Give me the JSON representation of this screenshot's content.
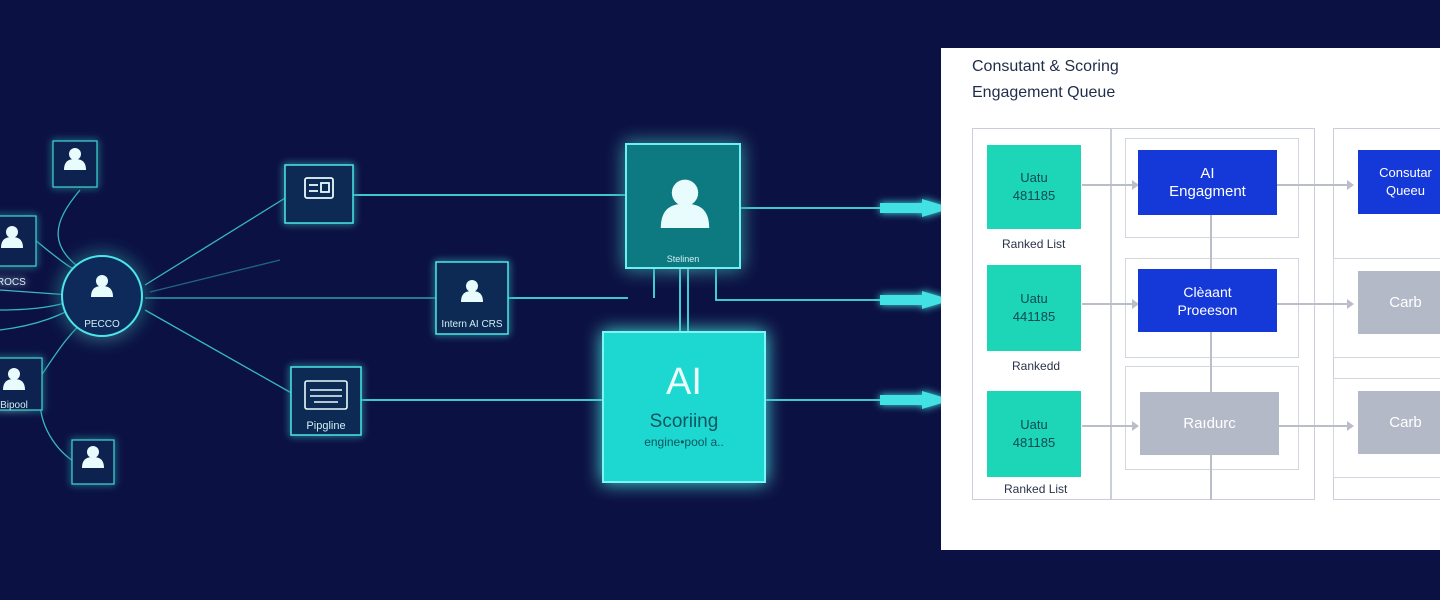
{
  "left_nodes": {
    "hub_label": "PECCO",
    "user_a_label": "",
    "user_b_label": "PROCS",
    "user_c_label": "Bipool",
    "user_d_label": ""
  },
  "middle_nodes": {
    "node_top_label": "",
    "node_mid_label": "Intern AI CRS",
    "node_pipeline_label": "Pipgline"
  },
  "ai_user_box": {
    "label": "Stelinen"
  },
  "ai_scoring": {
    "title": "AI",
    "subtitle": "Scoriing",
    "caption": "engine•pool a.."
  },
  "panel": {
    "title_line1": "Consutant & Scoring",
    "title_line2": "Engagement Queue",
    "col1": [
      {
        "tile": "Uatu\n481185",
        "label": "Ranked List"
      },
      {
        "tile": "Uatu\n441185",
        "label": "Rankedd"
      },
      {
        "tile": "Uatu\n481185",
        "label": "Ranked List"
      }
    ],
    "col2": [
      {
        "tile": "AI\nEngagment"
      },
      {
        "tile": "Clèaant\nProeeson"
      },
      {
        "tile": "Raıdurc"
      }
    ],
    "col3": [
      {
        "tile": "Consutar\nQueeu"
      },
      {
        "tile": "Carb"
      },
      {
        "tile": "Carb"
      }
    ]
  },
  "colors": {
    "background": "#0b1142",
    "glow_teal": "#37e3e6",
    "tile_teal": "#1dd6b8",
    "tile_blue": "#1538d8",
    "tile_gray": "#b4b9c7"
  },
  "icons": [
    "user-icon",
    "id-card-icon",
    "keyboard-icon",
    "arrow-right-icon"
  ]
}
